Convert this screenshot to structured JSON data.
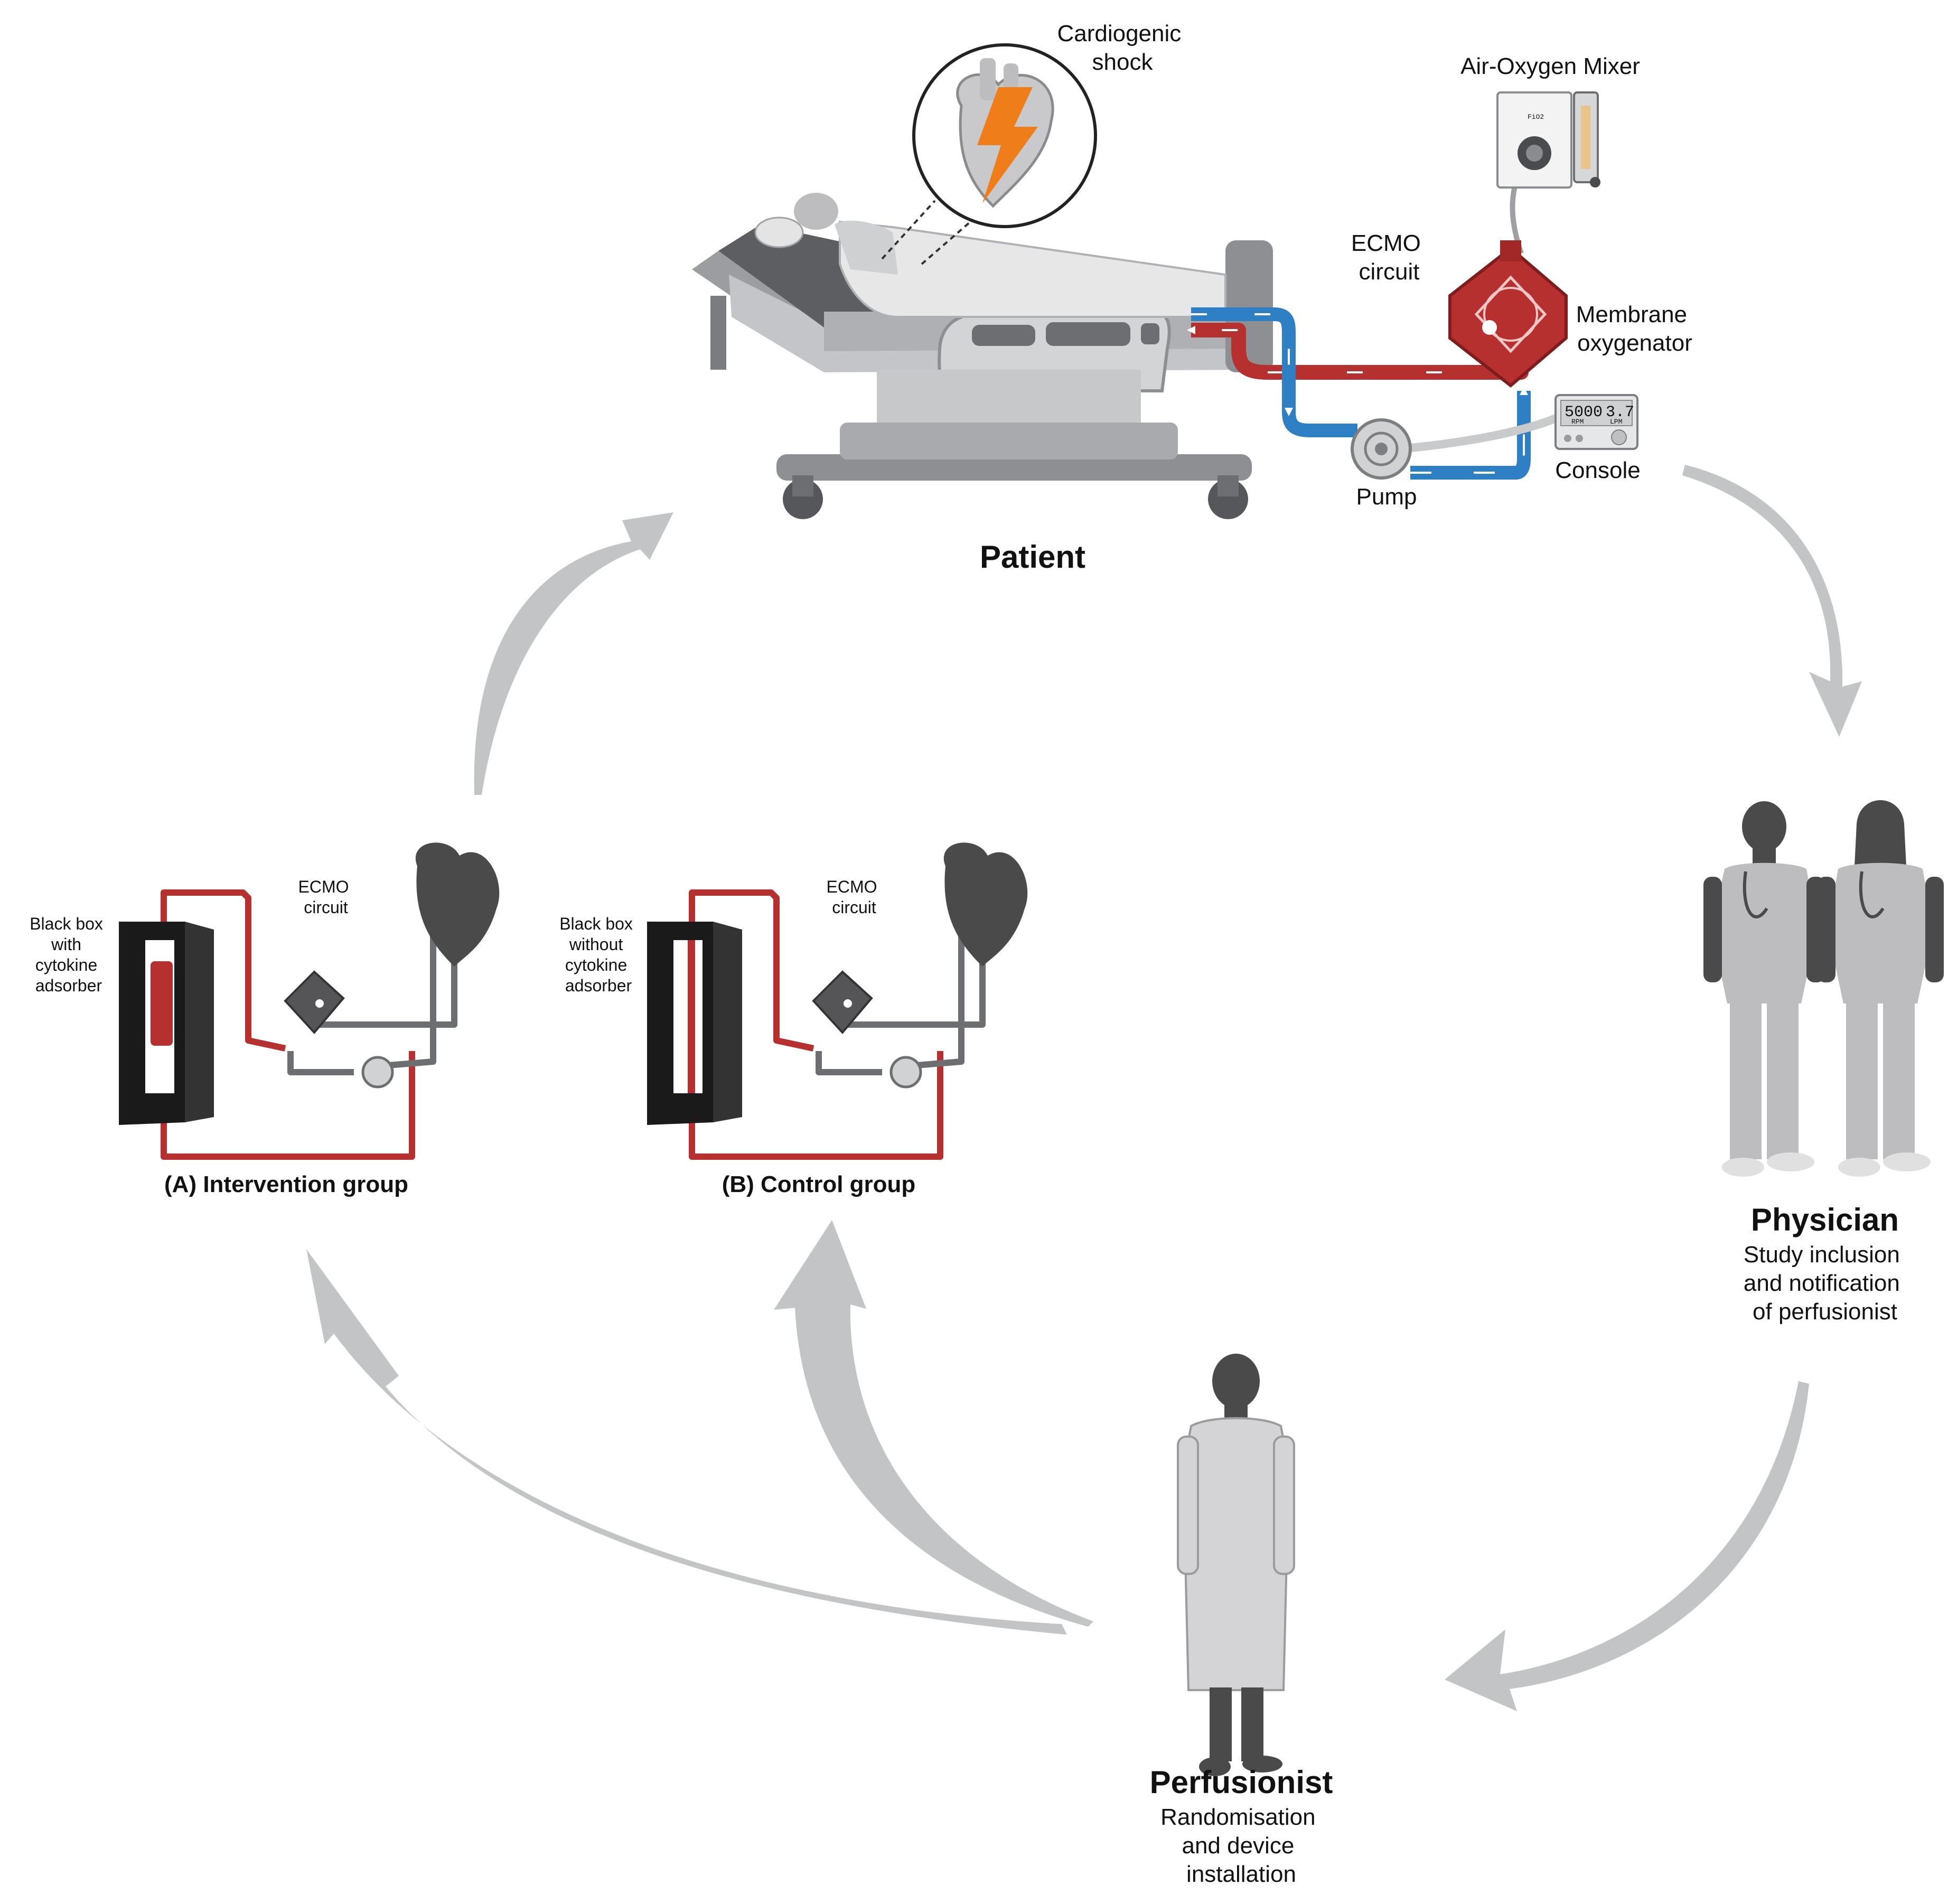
{
  "patient": {
    "callout": "Cardiogenic\nshock",
    "title": "Patient"
  },
  "ecmo_setup": {
    "mixer_label": "Air-Oxygen Mixer",
    "mixer_dial_label": "FiO2",
    "circuit_label": "ECMO\ncircuit",
    "oxygenator_label": "Membrane\noxygenator",
    "console_label": "Console",
    "console_display": {
      "rpm_value": "5000",
      "rpm_unit": "RPM",
      "flow_value": "3.7",
      "flow_unit": "LPM"
    },
    "pump_label": "Pump"
  },
  "physician": {
    "title": "Physician",
    "description": "Study inclusion\nand notification\nof perfusionist"
  },
  "perfusionist": {
    "title": "Perfusionist",
    "description": "Randomisation\nand device\ninstallation"
  },
  "groups": [
    {
      "id": "intervention",
      "box_label": "Black box\nwith\ncytokine\nadsorber",
      "circuit_label": "ECMO\ncircuit",
      "title": "(A) Intervention group",
      "has_adsorber": true
    },
    {
      "id": "control",
      "box_label": "Black box\nwithout\ncytokine\nadsorber",
      "circuit_label": "ECMO\ncircuit",
      "title": "(B) Control group",
      "has_adsorber": false
    }
  ],
  "colors": {
    "arterial_red": "#b5302e",
    "venous_blue": "#2f7fc4",
    "arrow_gray": "#c3c4c6",
    "figure_dark": "#4a4a4a",
    "figure_light": "#b9b9b9",
    "lightning": "#ef7d1a"
  }
}
